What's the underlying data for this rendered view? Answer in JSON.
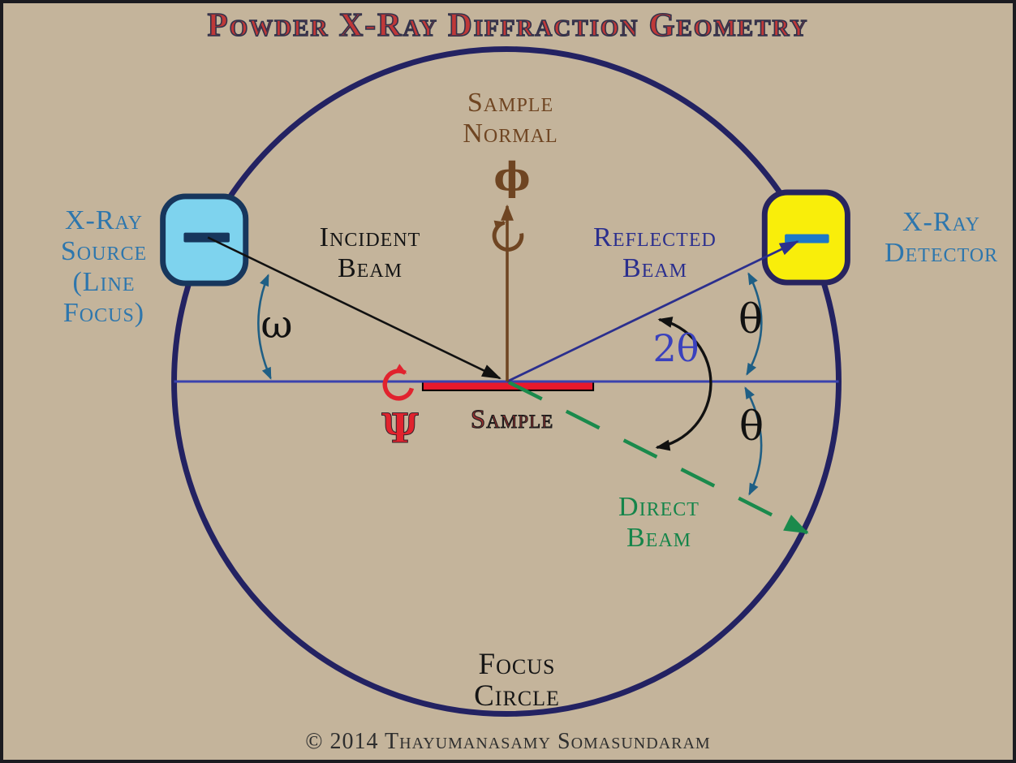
{
  "title": "Powder X-Ray Diffraction Geometry",
  "copyright": "© 2014 Thayumanasamy Somasundaram",
  "labels": {
    "source": {
      "lines": [
        "X-Ray",
        "Source",
        "(Line",
        "Focus)"
      ]
    },
    "detector": {
      "lines": [
        "X-Ray",
        "Detector"
      ]
    },
    "sample_normal": {
      "lines": [
        "Sample",
        "Normal"
      ]
    },
    "incident_beam": {
      "lines": [
        "Incident",
        "Beam"
      ]
    },
    "reflected_beam": {
      "lines": [
        "Reflected",
        "Beam"
      ]
    },
    "direct_beam": {
      "lines": [
        "Direct",
        "Beam"
      ]
    },
    "focus_circle": {
      "lines": [
        "Focus",
        "Circle"
      ]
    },
    "sample": "Sample"
  },
  "symbols": {
    "omega": "ω",
    "theta_upper": "θ",
    "theta_lower": "θ",
    "two_theta": "2θ",
    "phi": "ϕ",
    "psi": "Ψ"
  },
  "colors": {
    "background": "#c4b49b",
    "frame": "#1b1b20",
    "focus_circle": "#232262",
    "horizontal_line": "#3a42ae",
    "incident_beam": "#111111",
    "reflected_beam": "#2b2f8e",
    "direct_beam": "#1a8a4c",
    "sample_normal": "#6f4522",
    "angle_arcs": "#1f5f85",
    "two_theta_label": "#3a41bd",
    "title_text": "#bf3838",
    "device_labels": "#2d76ad",
    "source_fill": "#7ed3ee",
    "source_border": "#17365c",
    "detector_fill": "#f9ee0a",
    "detector_border": "#27245f",
    "detector_window": "#1e78c6",
    "sample_bar": "#e8192c",
    "sample_label": "#993030",
    "psi_symbol": "#e1232e"
  }
}
